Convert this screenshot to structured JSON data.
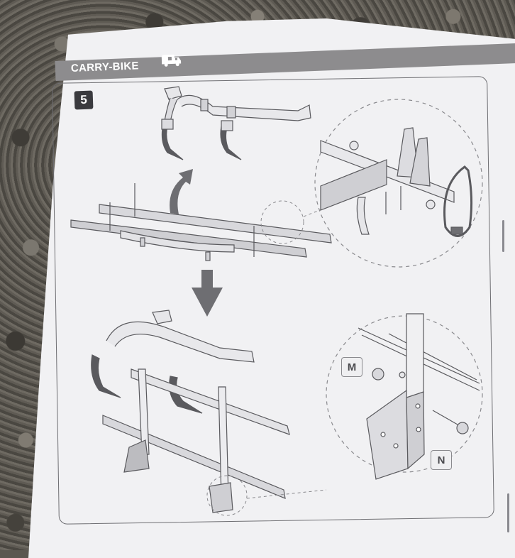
{
  "document": {
    "type": "instruction-manual-page",
    "header": {
      "title": "CARRY-BIKE",
      "icon": "camper-van-icon"
    },
    "step": {
      "number": "5"
    },
    "part_labels": [
      {
        "id": "M",
        "text": "M",
        "refers_to": "knob-nut"
      },
      {
        "id": "N",
        "text": "N",
        "refers_to": "bolt-with-knob"
      }
    ],
    "illustrations": [
      {
        "name": "frame-arm-assembly-top",
        "description": "Upper bike holder arm with two clamp straps"
      },
      {
        "name": "rail-platform",
        "description": "Two bike rails on base, with curved arrow indicating lifting"
      },
      {
        "name": "detail-circle-top",
        "description": "Zoomed bracket mount with knobs and strap"
      },
      {
        "name": "down-arrow",
        "description": "Arrow indicating next state"
      },
      {
        "name": "assembled-rack",
        "description": "Rack with vertical frame tubes attached to rails"
      },
      {
        "name": "detail-circle-bottom",
        "description": "Zoomed mounting bracket with parts M and N"
      }
    ],
    "colors": {
      "paper": "#f1f1f3",
      "header_band": "#8d8c8e",
      "step_badge": "#3a3a3e",
      "line_art": "#5a5a5e",
      "arrow": "#6e6e72"
    }
  }
}
